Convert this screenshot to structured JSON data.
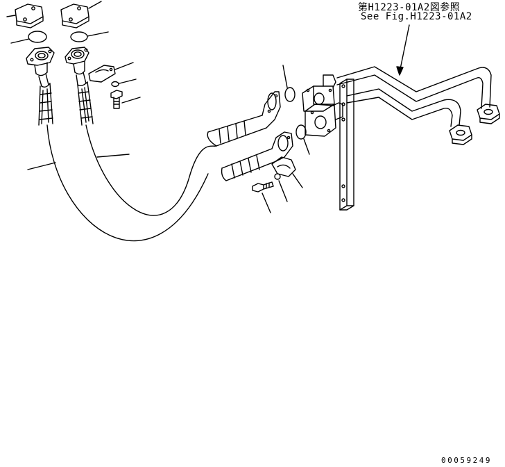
{
  "reference": {
    "japanese": "第H1223-01A2図参照",
    "english": "See Fig.H1223-01A2"
  },
  "document_number": "00059249"
}
